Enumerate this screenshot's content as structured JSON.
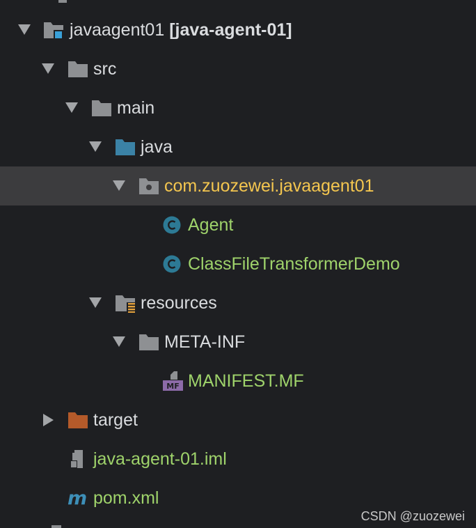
{
  "colors": {
    "background": "#1e1f22",
    "selected_row": "#3c3c3e",
    "default_text": "#dadcdf",
    "green_text": "#9fd36b",
    "selected_text": "#f4c64f",
    "folder_gray": "#8e9093",
    "folder_blue": "#3b82a6",
    "folder_target": "#b45a2a",
    "class_circle": "#2d7a95",
    "manifest_purple": "#8c6ba8",
    "maven_blue": "#3d8fb8",
    "watermark": "#c8c8c8"
  },
  "tree": {
    "rows": [
      {
        "label": "javaagent01",
        "suffix": "[java-agent-01]",
        "icon": "module-folder-icon",
        "expanded": true
      },
      {
        "label": "src",
        "icon": "folder-icon",
        "expanded": true
      },
      {
        "label": "main",
        "icon": "folder-icon",
        "expanded": true
      },
      {
        "label": "java",
        "icon": "source-folder-icon",
        "expanded": true
      },
      {
        "label": "com.zuozewei.javaagent01",
        "icon": "package-icon",
        "expanded": true,
        "selected": true
      },
      {
        "label": "Agent",
        "icon": "java-class-icon"
      },
      {
        "label": "ClassFileTransformerDemo",
        "icon": "java-class-icon"
      },
      {
        "label": "resources",
        "icon": "resources-folder-icon",
        "expanded": true
      },
      {
        "label": "META-INF",
        "icon": "folder-icon",
        "expanded": true
      },
      {
        "label": "MANIFEST.MF",
        "icon": "manifest-file-icon",
        "icon_text": "MF"
      },
      {
        "label": "target",
        "icon": "excluded-folder-icon",
        "expanded": false
      },
      {
        "label": "java-agent-01.iml",
        "icon": "iml-file-icon"
      },
      {
        "label": "pom.xml",
        "icon": "maven-icon",
        "icon_text": "m"
      }
    ]
  },
  "watermark": {
    "text": "CSDN @zuozewei"
  }
}
